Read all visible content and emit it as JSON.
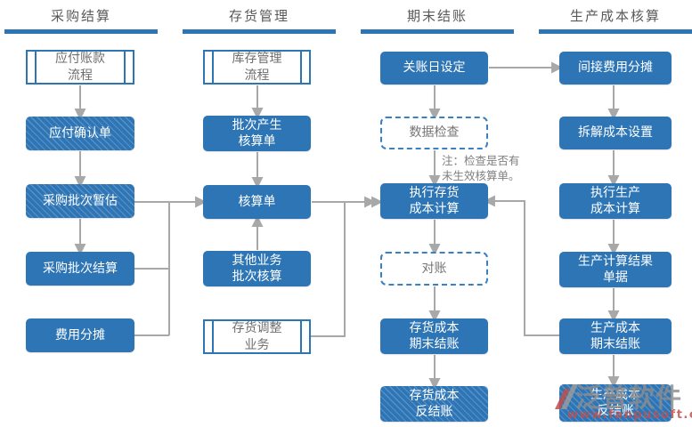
{
  "columns": [
    {
      "title": "采购结算",
      "nodes": [
        {
          "label": "应付账款\n流程"
        },
        {
          "label": "应付确认单"
        },
        {
          "label": "采购批次暂估"
        },
        {
          "label": "采购批次结算"
        },
        {
          "label": "费用分摊"
        }
      ]
    },
    {
      "title": "存货管理",
      "nodes": [
        {
          "label": "库存管理\n流程"
        },
        {
          "label": "批次产生\n核算单"
        },
        {
          "label": "核算单"
        },
        {
          "label": "其他业务\n批次核算"
        },
        {
          "label": "存货调整\n业务"
        }
      ]
    },
    {
      "title": "期末结账",
      "nodes": [
        {
          "label": "关账日设定"
        },
        {
          "label": "数据检查"
        },
        {
          "label": "执行存货\n成本计算"
        },
        {
          "label": "对账"
        },
        {
          "label": "存货成本\n期末结账"
        },
        {
          "label": "存货成本\n反结账"
        }
      ]
    },
    {
      "title": "生产成本核算",
      "nodes": [
        {
          "label": "间接费用分摊"
        },
        {
          "label": "拆解成本设置"
        },
        {
          "label": "执行生产\n成本计算"
        },
        {
          "label": "生产计算结果\n单据"
        },
        {
          "label": "生产成本\n期末结账"
        },
        {
          "label": "生产成本\n反结账"
        }
      ]
    }
  ],
  "note": "注：检查是否有\n未生效核算单。",
  "watermark": {
    "brand": "泛普软件",
    "url": "www.fanpusoft.com"
  },
  "colors": {
    "primary_blue": "#2E75B6",
    "line_gray": "#A8A8A8"
  }
}
